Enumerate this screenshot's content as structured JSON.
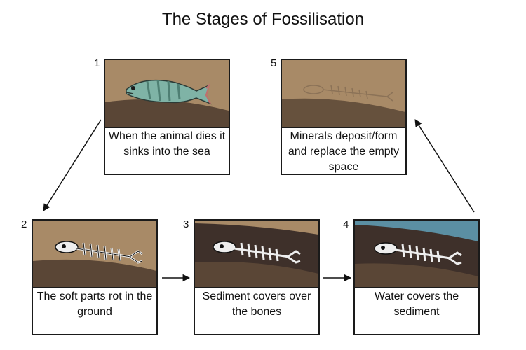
{
  "title": "The Stages of Fossilisation",
  "stages": [
    {
      "number": "1",
      "caption": "When the animal dies it sinks into the sea"
    },
    {
      "number": "2",
      "caption": "The soft parts rot in the ground"
    },
    {
      "number": "3",
      "caption": "Sediment covers over the bones"
    },
    {
      "number": "4",
      "caption": "Water covers the sediment"
    },
    {
      "number": "5",
      "caption": "Minerals deposit/form and replace the empty space"
    }
  ],
  "colors": {
    "sand": "#a88a67",
    "ground": "#5a4636",
    "sediment": "#3e302a",
    "water": "#5b8fa3",
    "fish_body": "#7fb3a6"
  }
}
